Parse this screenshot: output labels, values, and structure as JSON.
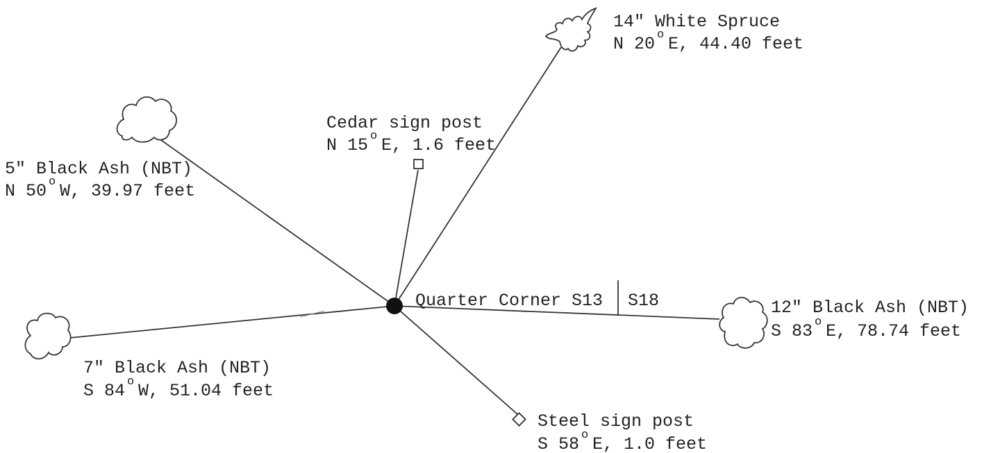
{
  "center": {
    "label_left": "Quarter Corner S13",
    "label_right": "S18"
  },
  "accessories": [
    {
      "id": "white-spruce",
      "name": "14\" White Spruce",
      "bearing_prefix": "N 20",
      "bearing_suffix": "E, 44.40 feet",
      "degree_symbol": "o",
      "kind": "conifer"
    },
    {
      "id": "cedar-post",
      "name": "Cedar sign post",
      "bearing_prefix": "N 15",
      "bearing_suffix": "E, 1.6 feet",
      "degree_symbol": "o",
      "kind": "post"
    },
    {
      "id": "black-ash-5",
      "name": "5\" Black Ash (NBT)",
      "bearing_prefix": "N 50",
      "bearing_suffix": "W, 39.97 feet",
      "degree_symbol": "o",
      "kind": "tree"
    },
    {
      "id": "black-ash-12",
      "name": "12\" Black Ash (NBT)",
      "bearing_prefix": "S 83",
      "bearing_suffix": "E, 78.74 feet",
      "degree_symbol": "o",
      "kind": "tree"
    },
    {
      "id": "black-ash-7",
      "name": "7\" Black Ash (NBT)",
      "bearing_prefix": "S 84",
      "bearing_suffix": "W, 51.04 feet",
      "degree_symbol": "o",
      "kind": "tree"
    },
    {
      "id": "steel-post",
      "name": "Steel sign post",
      "bearing_prefix": "S 58",
      "bearing_suffix": "E, 1.0 feet",
      "degree_symbol": "o",
      "kind": "post"
    }
  ]
}
